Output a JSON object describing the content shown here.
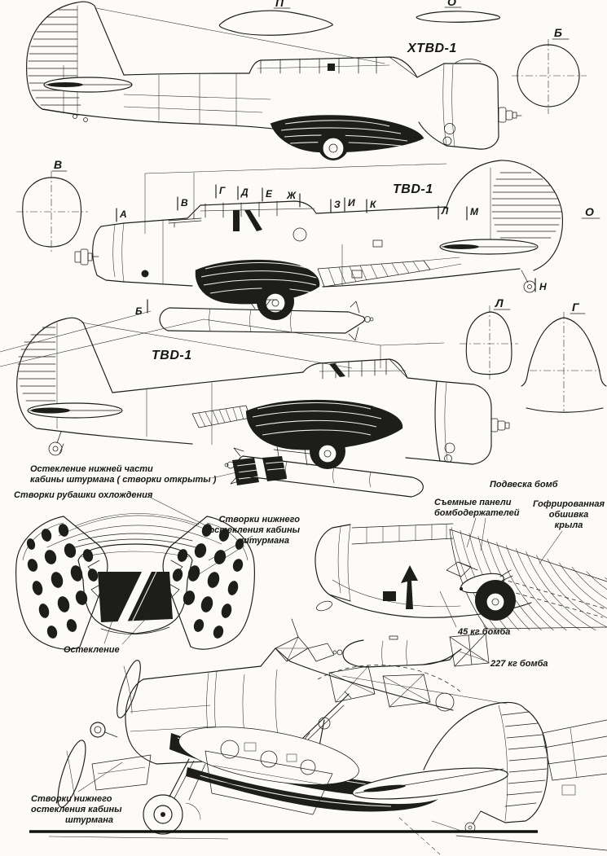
{
  "page": {
    "ink": "#1c1c1a",
    "paper": "#fcfbf8"
  },
  "titles": {
    "top": "XTBD-1",
    "middle": "TBD-1",
    "third": "TBD-1"
  },
  "sections": {
    "p": "П",
    "o_top": "О",
    "b_circle": "Б",
    "v": "В",
    "o_right": "О",
    "l": "Л",
    "g": "Г"
  },
  "stations": {
    "a": "А",
    "v": "В",
    "g": "Г",
    "d": "Д",
    "e": "Е",
    "zh": "Ж",
    "z": "З",
    "i": "И",
    "k": "К",
    "l": "Л",
    "m": "М",
    "n": "Н",
    "b": "Б"
  },
  "annotations": {
    "lower_glazing_1": "Остекление нижней части",
    "lower_glazing_2": "кабины штурмана ( створки открыты )",
    "cooling_flaps": "Створки рубашки охлождения",
    "nav_glazing_1": "Створки нижнего",
    "nav_glazing_2": "остекления кабины",
    "nav_glazing_3": "штурмана",
    "glazing": "Остекление",
    "bomb_mount": "Подвеска бомб",
    "panels_1": "Съемные панели",
    "panels_2": "бомбодержателей",
    "corrugated_1": "Гофрированная",
    "corrugated_2": "обшивка",
    "corrugated_3": "крыла",
    "bomb45": "45 кг бомба",
    "bomb227": "227 кг бомба",
    "bottom_glazing_1": "Створки нижнего",
    "bottom_glazing_2": "остекления кабины",
    "bottom_glazing_3": "штурмана"
  }
}
